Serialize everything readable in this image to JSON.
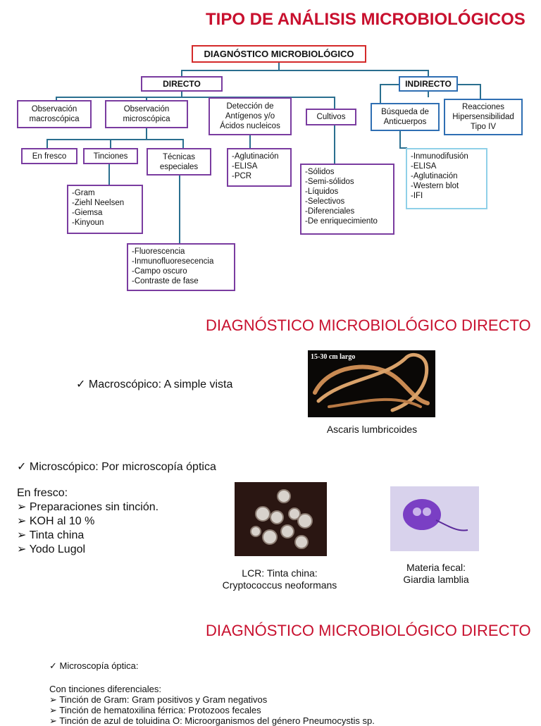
{
  "title": "TIPO DE ANÁLISIS MICROBIOLÓGICOS",
  "diagram": {
    "root": "DIAGNÓSTICO MICROBIOLÓGICO",
    "directo": "DIRECTO",
    "indirecto": "INDIRECTO",
    "obs_macro": "Observación\nmacroscópica",
    "obs_micro": "Observación\nmicroscópica",
    "deteccion": "Detección de\nAntígenos y/o\nÁcidos nucleicos",
    "cultivos": "Cultivos",
    "busqueda": "Búsqueda de\nAnticuerpos",
    "reacciones": "Reacciones\nHipersensibilidad\nTipo IV",
    "en_fresco": "En fresco",
    "tinciones": "Tinciones",
    "tecnicas": "Técnicas\nespeciales",
    "tinciones_list": "-Gram\n-Ziehl Neelsen\n-Giemsa\n-Kinyoun",
    "tecnicas_list": "-Fluorescencia\n-Inmunofluoresecencia\n-Campo oscuro\n-Contraste de fase",
    "deteccion_list": "-Aglutinación\n-ELISA\n-PCR",
    "cultivos_list": "-Sólidos\n-Semi-sólidos\n-Líquidos\n-Selectivos\n-Diferenciales\n-De enriquecimiento",
    "busqueda_list": "-Inmunodifusión\n-ELISA\n-Aglutinación\n-Western blot\n-IFI"
  },
  "section2": {
    "heading": "DIAGNÓSTICO MICROBIOLÓGICO DIRECTO",
    "macro": "Macroscópico: A simple vista",
    "worm_label": "15-30 cm  largo",
    "worm_caption": "Ascaris lumbricoides",
    "micro": "Microscópico: Por microscopía óptica",
    "en_fresco": "En fresco:",
    "items": [
      "Preparaciones sin tinción.",
      "KOH al 10 %",
      "Tinta china",
      "Yodo Lugol"
    ],
    "crypto_caption": "LCR: Tinta china:\nCryptococcus neoformans",
    "giardia_caption": "Materia fecal:\nGiardia lamblia"
  },
  "section3": {
    "heading": "DIAGNÓSTICO MICROBIOLÓGICO DIRECTO",
    "optica": "Microscopía óptica:",
    "con_tinciones": "Con tinciones diferenciales:",
    "items": [
      "Tinción de Gram: Gram positivos y Gram negativos",
      "Tinción de hematoxilina férrica: Protozoos fecales",
      "Tinción de azul de toluidina O: Microorganismos del género Pneumocystis sp."
    ]
  },
  "colors": {
    "title_red": "#c8102e",
    "purple": "#7a3ca0",
    "blue": "#2f6fb3",
    "light_blue": "#8fd0e8",
    "connector": "#2a6f8f"
  },
  "icons": [
    "check-icon",
    "arrow-bullet-icon"
  ]
}
